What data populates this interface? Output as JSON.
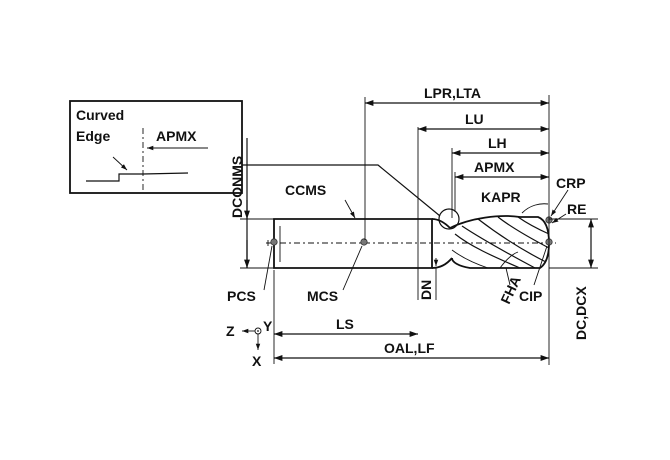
{
  "inset": {
    "line1": "Curved",
    "line2": "Edge",
    "apmx": "APMX"
  },
  "labels": {
    "lpr_lta": "LPR,LTA",
    "lu": "LU",
    "lh": "LH",
    "apmx": "APMX",
    "kapr": "KAPR",
    "crp": "CRP",
    "re": "RE",
    "dconms": "DCONMS",
    "ccms": "CCMS",
    "pcs": "PCS",
    "mcs": "MCS",
    "dn": "DN",
    "fha": "FHA",
    "cip": "CIP",
    "dc_dcx": "DC,DCX",
    "ls": "LS",
    "oal_lf": "OAL,LF",
    "axis_z": "Z",
    "axis_y": "Y",
    "axis_x": "X"
  }
}
